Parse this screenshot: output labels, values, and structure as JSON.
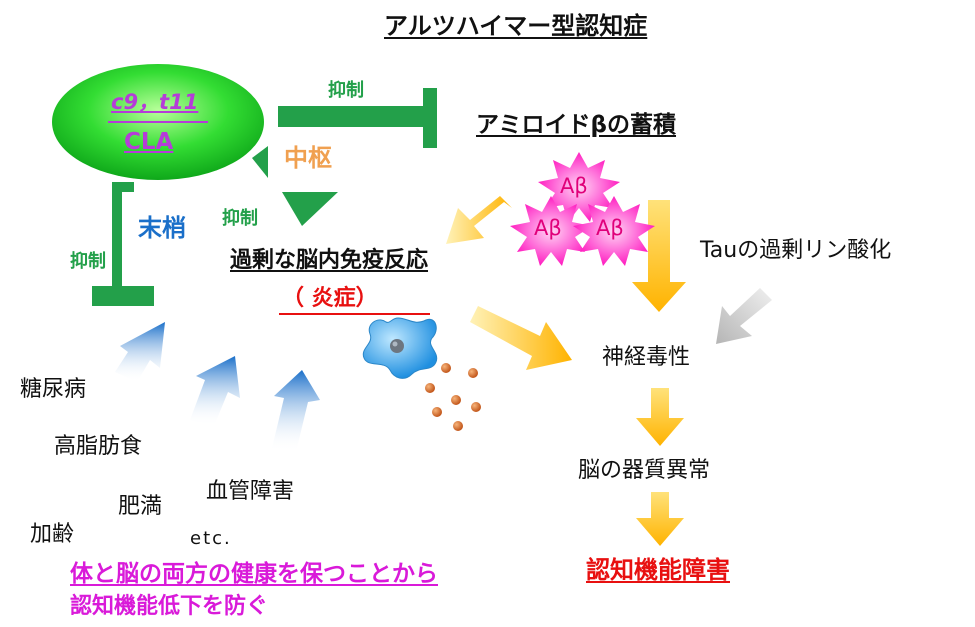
{
  "title": "アルツハイマー型認知症",
  "cla": {
    "line1": "c9，t11",
    "line2": "CLA"
  },
  "amyloid_label": "アミロイドβの蓄積",
  "abeta": {
    "top": "Aβ",
    "bottom_left": "Aβ",
    "bottom_right": "Aβ"
  },
  "inhibit": {
    "top": "抑制",
    "mid": "抑制",
    "left": "抑制"
  },
  "central_label": "中枢",
  "peripheral_label": "末梢",
  "immune_response": "過剰な脳内免疫反応",
  "inflammation": "（ 炎症）",
  "tau": "Tauの過剰リン酸化",
  "neurotoxicity": "神経毒性",
  "organic_change": "脳の器質異常",
  "dementia": "認知機能障害",
  "risk_factors": [
    "糖尿病",
    "高脂肪食",
    "肥満",
    "血管障害",
    "加齢",
    "etc."
  ],
  "message": {
    "line1": "体と脳の両方の健康を保つことから",
    "line2": "認知機能低下を防ぐ"
  },
  "colors": {
    "ellipse_green": "#22cc22",
    "inhibit_green": "#23a04a",
    "cla_text": "#b53cd8",
    "orange": "#f0a050",
    "blue": "#1a6fc9",
    "yellow_arrow": "#ffc000",
    "gray_arrow": "#bdbdbd",
    "amyloid_pink": "#ff33cc",
    "microglia_blue": "#38a8e8",
    "particle": "#d86a2a",
    "magenta": "#d91ad9",
    "red": "#e81010"
  },
  "icons": [
    "inhibition-bar-icon",
    "microglia-cell-icon",
    "amyloid-starburst-icon",
    "cytokine-particle-icon"
  ]
}
